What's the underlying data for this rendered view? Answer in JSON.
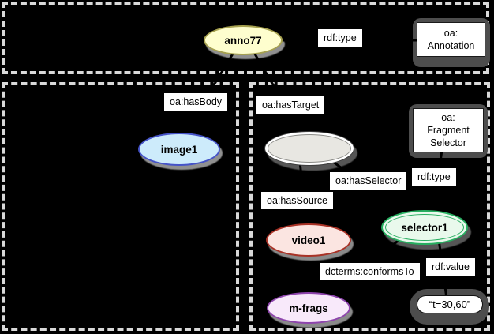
{
  "diagram": {
    "background_color": "#000000",
    "dash_color": "#d9d9d9",
    "nodes": {
      "anno77": {
        "label": "anno77",
        "fill": "#fefece",
        "stroke": "#a6a14f"
      },
      "image1": {
        "label": "image1",
        "fill": "#cdebfb",
        "stroke": "#4553c8"
      },
      "blank_node": {
        "label": "",
        "fill": "#e8e7e2",
        "stroke": "#3c3c3c"
      },
      "video1": {
        "label": "video1",
        "fill": "#fbe5e1",
        "stroke": "#a93226"
      },
      "selector1": {
        "label": "selector1",
        "fill": "#e9f9ec",
        "stroke": "#27ae60"
      },
      "m_frags": {
        "label": "m-frags",
        "fill": "#f8e9fa",
        "stroke": "#8e44ad"
      }
    },
    "class_boxes": {
      "annotation": {
        "line1": "oa:",
        "line2": "Annotation"
      },
      "fragment_selector": {
        "line1": "oa:",
        "line2": "Fragment",
        "line3": "Selector"
      }
    },
    "literal": {
      "value": "“t=30,60”"
    },
    "edge_labels": {
      "rdf_type_top": "rdf:type",
      "has_body": "oa:hasBody",
      "has_target": "oa:hasTarget",
      "has_selector": "oa:hasSelector",
      "rdf_type_right": "rdf:type",
      "has_source": "oa:hasSource",
      "conforms_to": "dcterms:conformsTo",
      "rdf_value": "rdf:value"
    },
    "edges": [
      {
        "from": "anno77",
        "to": "oa:Annotation",
        "label": "rdf:type"
      },
      {
        "from": "anno77",
        "to": "image1",
        "label": "oa:hasBody"
      },
      {
        "from": "anno77",
        "to": "blank-node",
        "label": "oa:hasTarget"
      },
      {
        "from": "blank-node",
        "to": "video1",
        "label": "oa:hasSource"
      },
      {
        "from": "blank-node",
        "to": "selector1",
        "label": "oa:hasSelector"
      },
      {
        "from": "selector1",
        "to": "oa:FragmentSelector",
        "label": "rdf:type"
      },
      {
        "from": "selector1",
        "to": "m-frags",
        "label": "dcterms:conformsTo"
      },
      {
        "from": "selector1",
        "to": "\"t=30,60\"",
        "label": "rdf:value"
      }
    ]
  }
}
